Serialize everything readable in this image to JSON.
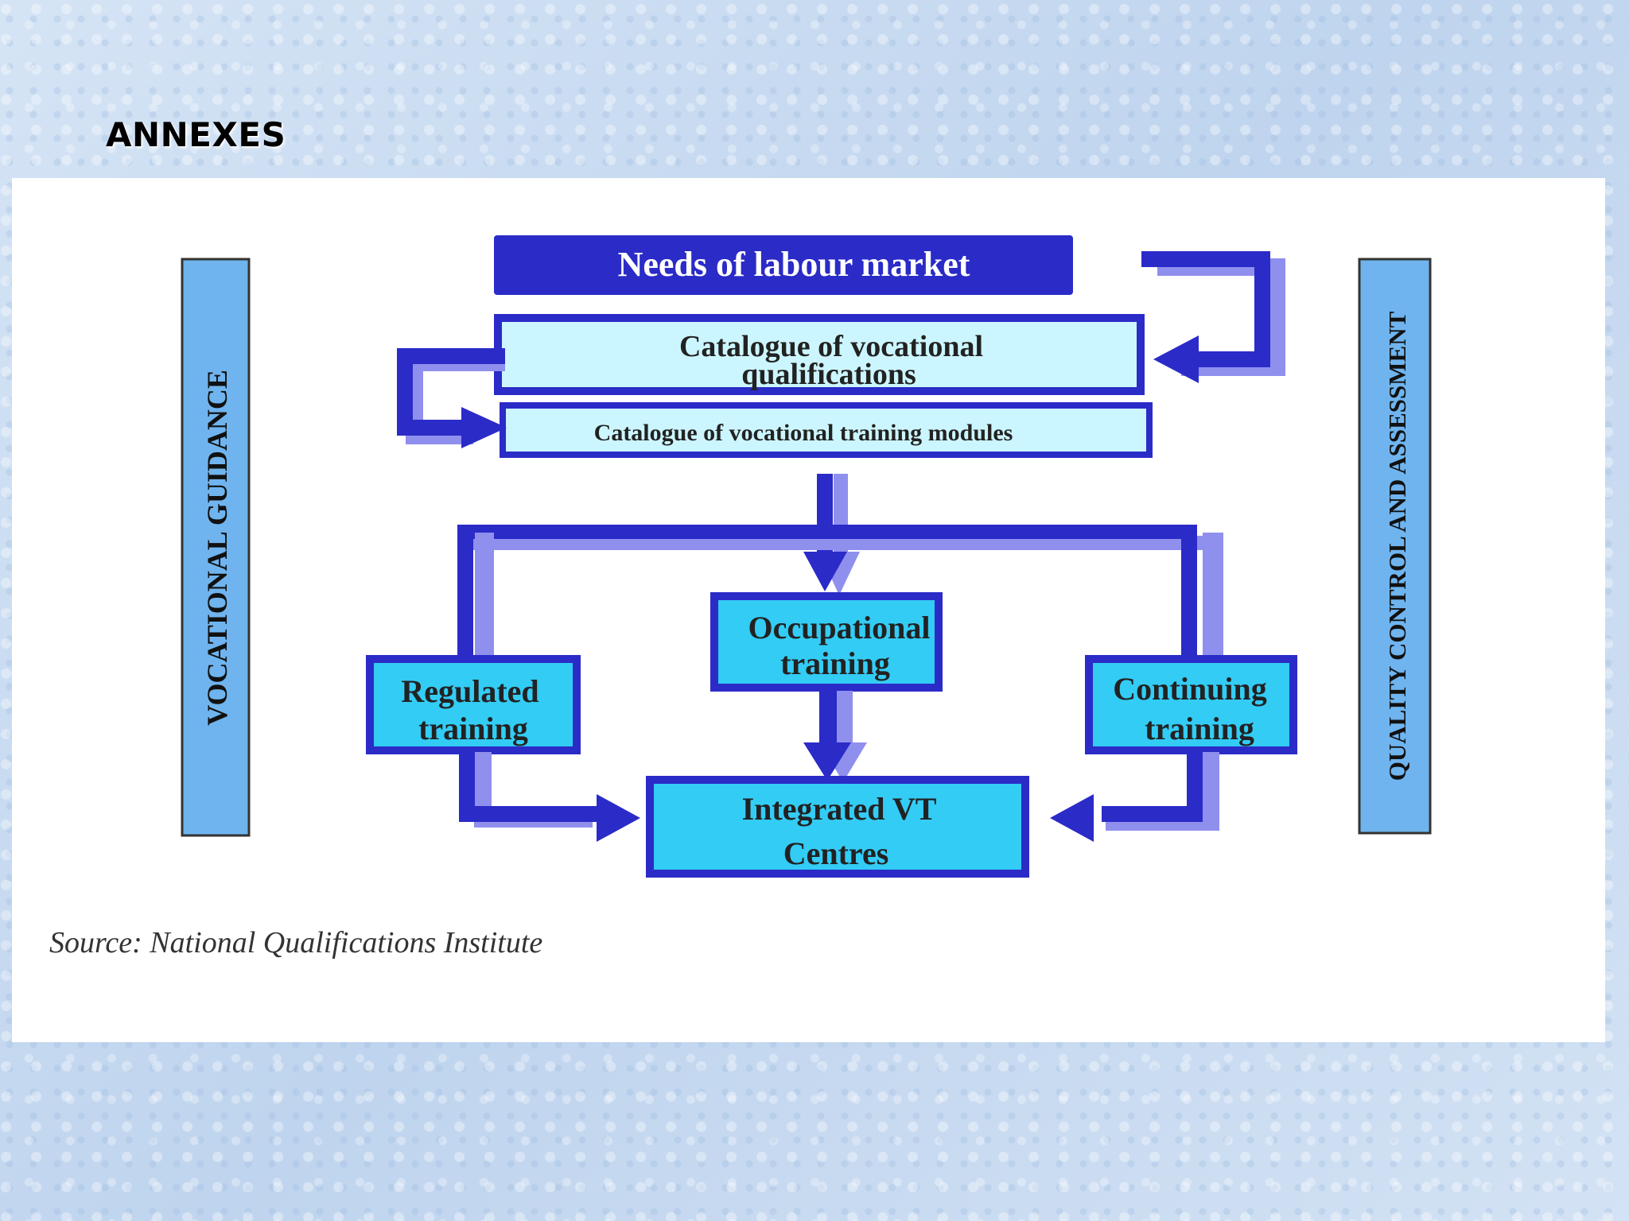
{
  "heading": "ANNEXES",
  "diagram": {
    "top_box": "Needs of labour market",
    "catalogue_qualifications": [
      "Catalogue of vocational",
      "qualifications"
    ],
    "catalogue_modules": "Catalogue of vocational training modules",
    "occupational": [
      "Occupational",
      "training"
    ],
    "regulated": [
      "Regulated",
      "training"
    ],
    "continuing": [
      "Continuing",
      "training"
    ],
    "integrated": [
      "Integrated VT",
      "Centres"
    ],
    "left_bar": "VOCATIONAL GUIDANCE",
    "right_bar": "QUALITY CONTROL AND ASSESSMENT"
  },
  "source": "Source: National Qualifications Institute",
  "colors": {
    "dark_blue": "#2b2bc8",
    "light_purple": "#8f8fee",
    "light_cyan": "#ccf6ff",
    "cyan": "#33ccf5",
    "side_blue": "#6fb4ee"
  }
}
